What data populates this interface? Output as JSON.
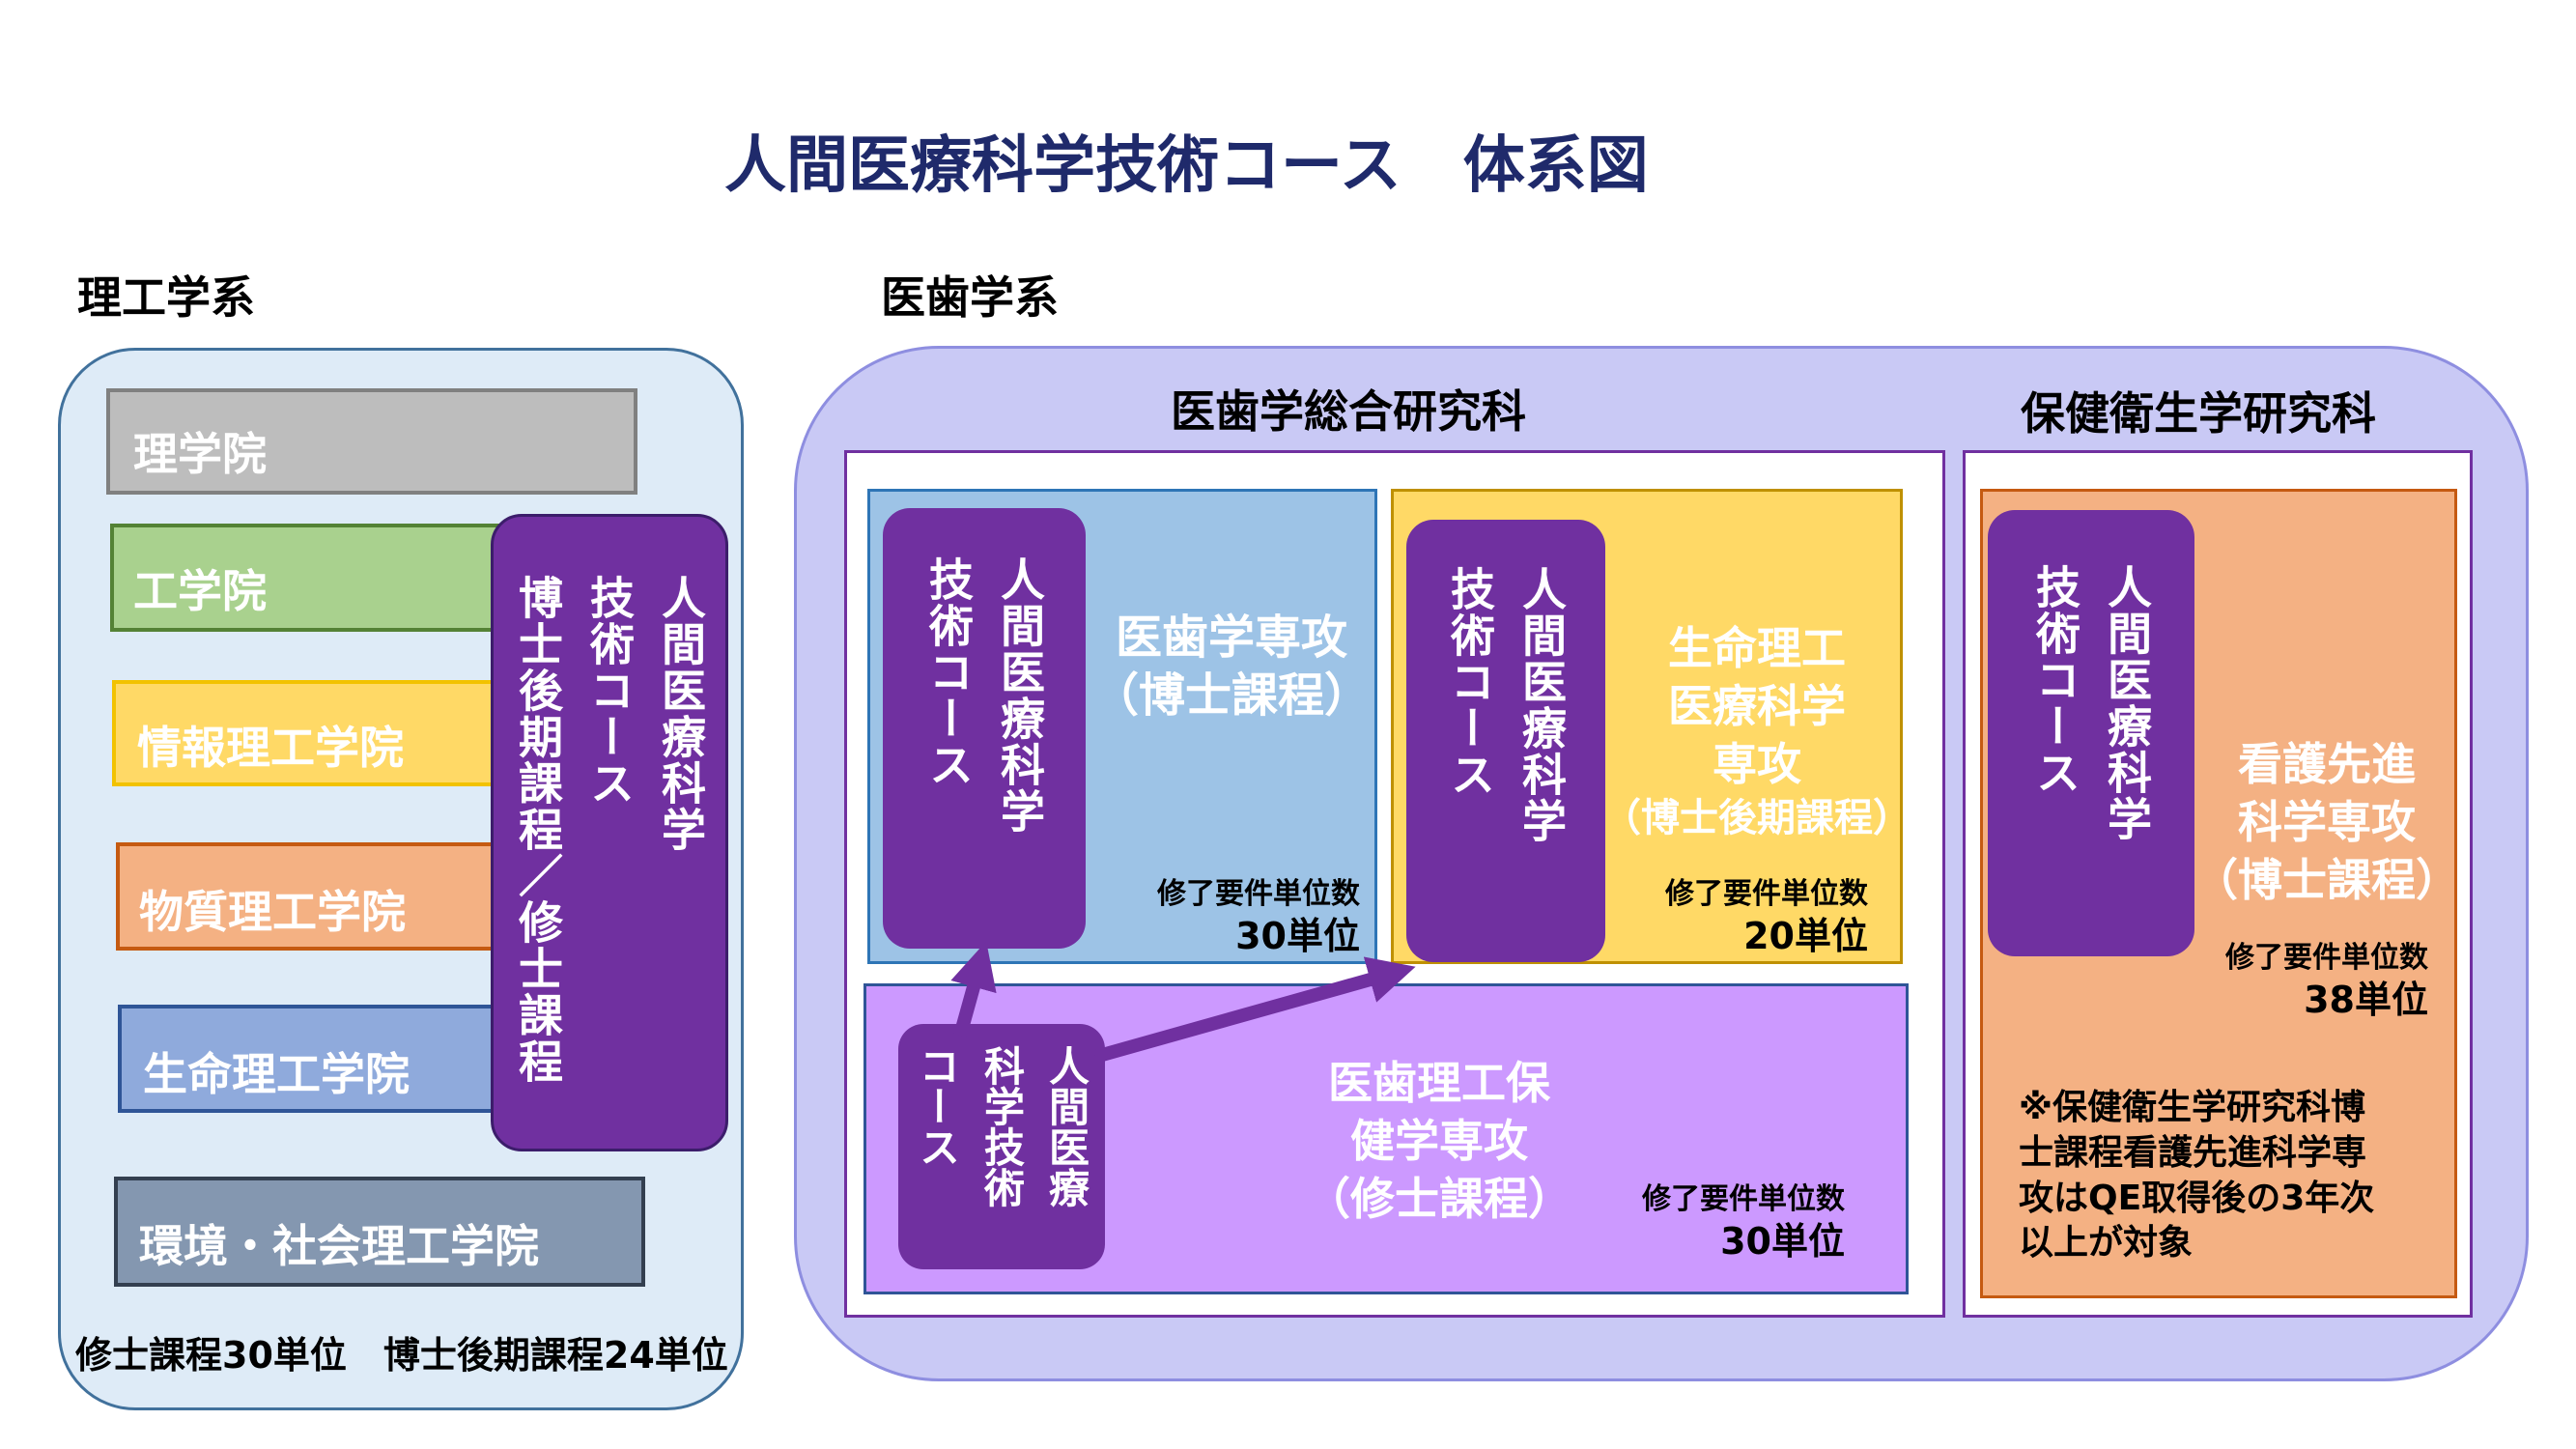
{
  "title": "人間医療科学技術コース　体系図",
  "left_section": {
    "heading": "理工学系",
    "schools": [
      {
        "label": "理学院",
        "color": "#bdbdbd"
      },
      {
        "label": "工学院",
        "color": "#a9d18e"
      },
      {
        "label": "情報理工学院",
        "color": "#ffd966"
      },
      {
        "label": "物質理工学院",
        "color": "#f4b183"
      },
      {
        "label": "生命理工学院",
        "color": "#8faadc"
      },
      {
        "label": "環境・社会理工学院",
        "color": "#8497b0"
      }
    ],
    "course_block": {
      "line1": "人間医療科学",
      "line2": "技術コース",
      "line3": "博士後期課程／修士課程"
    },
    "footer": "修士課程30単位　博士後期課程24単位"
  },
  "right_section": {
    "heading": "医歯学系",
    "graduate_school_1": "医歯学総合研究科",
    "graduate_school_2": "保健衛生学研究科",
    "med_dent_phd": {
      "course_line1": "人間医療科学",
      "course_line2": "技術コース",
      "program_line1": "医歯学専攻",
      "program_line2": "（博士課程）",
      "req_label": "修了要件単位数",
      "req_value": "30単位"
    },
    "life_eng_phd": {
      "course_line1": "人間医療科学",
      "course_line2": "技術コース",
      "program_line1": "生命理工",
      "program_line2": "医療科学",
      "program_line3": "専攻",
      "program_line4": "（博士後期課程）",
      "req_label": "修了要件単位数",
      "req_value": "20単位"
    },
    "masters": {
      "course_line1": "人間医療",
      "course_line2": "科学技術",
      "course_line3": "コース",
      "program_line1": "医歯理工保",
      "program_line2": "健学専攻",
      "program_line3": "（修士課程）",
      "req_label": "修了要件単位数",
      "req_value": "30単位"
    },
    "nursing": {
      "course_line1": "人間医療科学",
      "course_line2": "技術コース",
      "program_line1": "看護先進",
      "program_line2": "科学専攻",
      "program_line3": "（博士課程）",
      "req_label": "修了要件単位数",
      "req_value": "38単位",
      "note_line1": "※保健衛生学研究科博",
      "note_line2": "士課程看護先進科学専",
      "note_line3": "攻はQE取得後の3年次",
      "note_line4": "以上が対象"
    }
  },
  "colors": {
    "title_navy": "#1f2a6b",
    "course_purple": "#7030a0",
    "left_bg": "#deebf7",
    "right_bg": "#c9c9f5",
    "masters_bg": "#cc99ff",
    "phd_blue": "#9dc3e6",
    "phd_yellow": "#ffd966",
    "nursing_orange": "#f4b183"
  }
}
